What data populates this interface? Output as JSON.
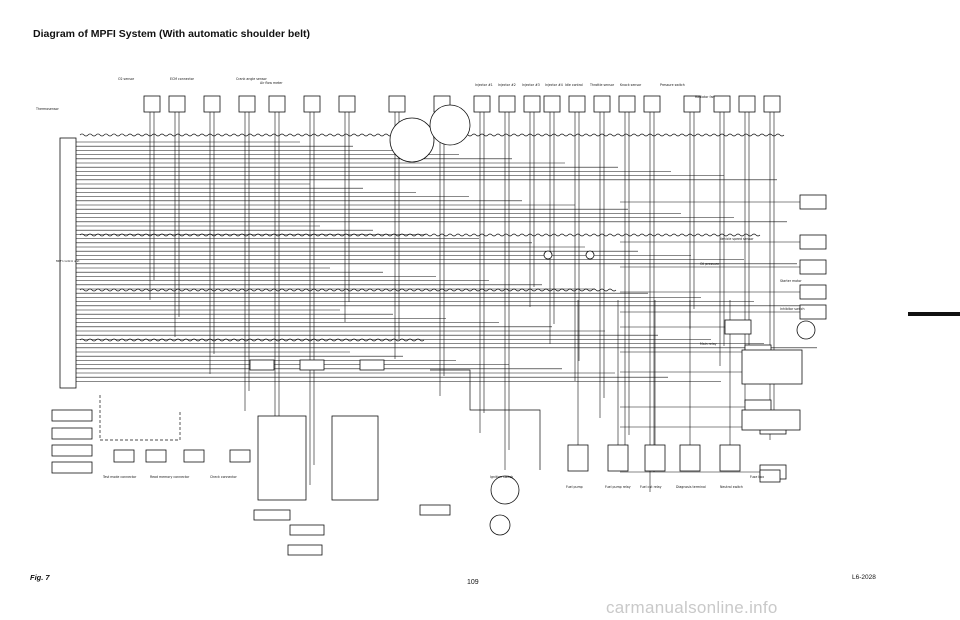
{
  "title": "Diagram of MPFI System (With automatic shoulder belt)",
  "figure_label": "Fig. 7",
  "drawing_code": "L6-2028",
  "page_number": "109",
  "watermark": "carmanualsonline.info",
  "colors": {
    "ink": "#111111",
    "paper": "#ffffff",
    "watermark": "#c9c9c9"
  },
  "labels": {
    "o2_sensor": "O2 sensor",
    "thermo_sensor": "Thermosensor",
    "ecu": "MPFI control unit",
    "check_connector": "Check connector",
    "read_memory": "Read memory connector",
    "test_mode": "Test mode connector",
    "fuse_box": "Fuse box",
    "main_relay": "Main relay",
    "fuel_pump": "Fuel pump",
    "ignition_switch": "Ignition switch",
    "starter_motor": "Starter motor",
    "inhibitor_switch": "Inhibitor switch",
    "oil_pressure": "Oil pressure",
    "fuel_pump_relay": "Fuel pump relay",
    "fuel_cut_relay": "Fuel cut relay",
    "diagnosis_terminal": "Diagnosis terminal",
    "neutral_switch": "Neutral switch",
    "vehicle_speed_sensor": "Vehicle speed sensor",
    "air_flow_meter": "Air flow meter",
    "injector_1": "Injector #1",
    "injector_2": "Injector #2",
    "injector_3": "Injector #3",
    "injector_4": "Injector #4",
    "idle_control": "Idle control",
    "throttle_sensor": "Throttle sensor",
    "crank_angle": "Crank angle sensor",
    "knock_sensor": "Knock sensor",
    "pressure_switch": "Pressure switch",
    "radiator_fan": "Radiator fan",
    "ecm_connector": "ECM connector"
  }
}
